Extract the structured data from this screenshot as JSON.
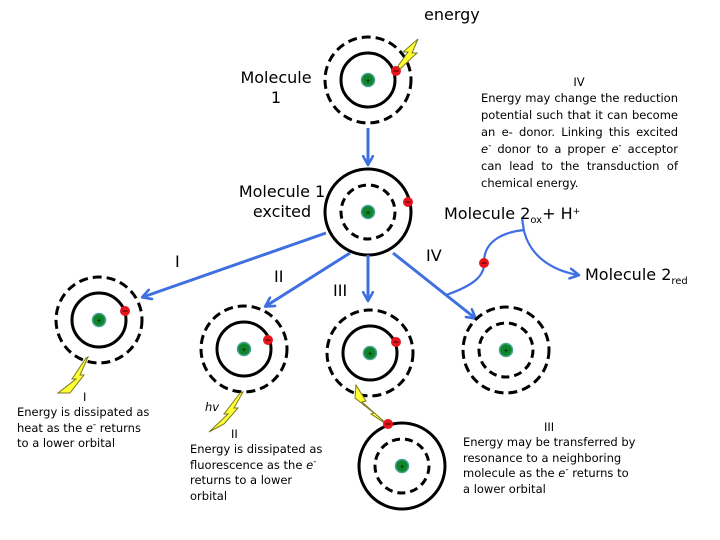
{
  "colors": {
    "arrow": "#3f6fe0",
    "electron": "#e8141b",
    "nucleus": "#11852a",
    "nucleus_ring": "#4aa39a",
    "bolt_fill": "#ffff33",
    "bolt_stroke": "#7a7a20",
    "orbital": "#000000"
  },
  "molecule1": {
    "label_line1": "Molecule",
    "label_line2": "1",
    "energy_label": "energy"
  },
  "excited": {
    "label_line1": "Molecule 1",
    "label_line2": "excited"
  },
  "paths": {
    "I": {
      "numeral": "I"
    },
    "II": {
      "numeral": "II"
    },
    "III": {
      "numeral": "III"
    },
    "IV": {
      "numeral": "IV"
    }
  },
  "captions": {
    "I": {
      "numeral": "I",
      "line1": "Energy is dissipated as",
      "line2_pre": "heat as the ",
      "e": "e",
      "sup": "-",
      "line2_post": " returns",
      "line3": "to a lower orbital"
    },
    "II": {
      "numeral": "II",
      "hv": "hv",
      "line1": "Energy is dissipated as",
      "line2_pre": "fluorescence as the ",
      "e": "e",
      "sup": "-",
      "line3": "returns to a lower",
      "line4": "orbital"
    },
    "III": {
      "numeral": "III",
      "line1": "Energy may be transferred by",
      "line2": "resonance to a neighboring",
      "line3_pre": "molecule as the ",
      "e": "e",
      "sup": "-",
      "line3_post": " returns to",
      "line4": "a lower orbital"
    },
    "IV": {
      "numeral": "IV",
      "text_pre": "Energy  may change the reduction potential such that it can become an e- donor.  Linking this excited ",
      "e1": "e",
      "sup1": "-",
      "text_mid": " donor to a proper ",
      "e2": "e",
      "sup2": "-",
      "text_post": " acceptor can lead to the transduction of chemical energy."
    }
  },
  "redox": {
    "ox_label": "Molecule 2",
    "ox_sub": "ox",
    "plus_h": "+ H",
    "h_sup": "+",
    "red_label": "Molecule 2",
    "red_sub": "red"
  }
}
